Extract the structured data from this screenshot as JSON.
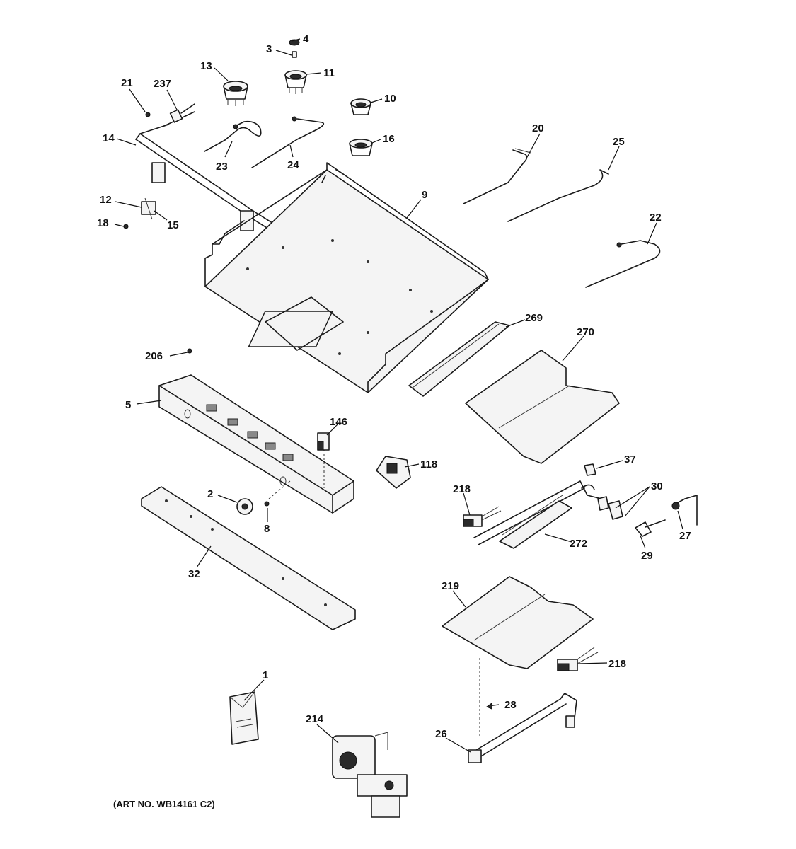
{
  "caption": "(ART NO. WB14161 C2)",
  "callouts": [
    {
      "id": "c4",
      "label": "4"
    },
    {
      "id": "c3",
      "label": "3"
    },
    {
      "id": "c13",
      "label": "13"
    },
    {
      "id": "c11",
      "label": "11"
    },
    {
      "id": "c21",
      "label": "21"
    },
    {
      "id": "c237",
      "label": "237"
    },
    {
      "id": "c10",
      "label": "10"
    },
    {
      "id": "c14",
      "label": "14"
    },
    {
      "id": "c16",
      "label": "16"
    },
    {
      "id": "c20",
      "label": "20"
    },
    {
      "id": "c25",
      "label": "25"
    },
    {
      "id": "c23",
      "label": "23"
    },
    {
      "id": "c24",
      "label": "24"
    },
    {
      "id": "c9",
      "label": "9"
    },
    {
      "id": "c12",
      "label": "12"
    },
    {
      "id": "c15",
      "label": "15"
    },
    {
      "id": "c18",
      "label": "18"
    },
    {
      "id": "c22",
      "label": "22"
    },
    {
      "id": "c269",
      "label": "269"
    },
    {
      "id": "c270",
      "label": "270"
    },
    {
      "id": "c206",
      "label": "206"
    },
    {
      "id": "c5",
      "label": "5"
    },
    {
      "id": "c146",
      "label": "146"
    },
    {
      "id": "c118",
      "label": "118"
    },
    {
      "id": "c37",
      "label": "37"
    },
    {
      "id": "c218a",
      "label": "218"
    },
    {
      "id": "c30",
      "label": "30"
    },
    {
      "id": "c2",
      "label": "2"
    },
    {
      "id": "c8",
      "label": "8"
    },
    {
      "id": "c27",
      "label": "27"
    },
    {
      "id": "c272",
      "label": "272"
    },
    {
      "id": "c29",
      "label": "29"
    },
    {
      "id": "c32",
      "label": "32"
    },
    {
      "id": "c219",
      "label": "219"
    },
    {
      "id": "c218b",
      "label": "218"
    },
    {
      "id": "c1",
      "label": "1"
    },
    {
      "id": "c28",
      "label": "28"
    },
    {
      "id": "c214",
      "label": "214"
    },
    {
      "id": "c26",
      "label": "26"
    }
  ]
}
